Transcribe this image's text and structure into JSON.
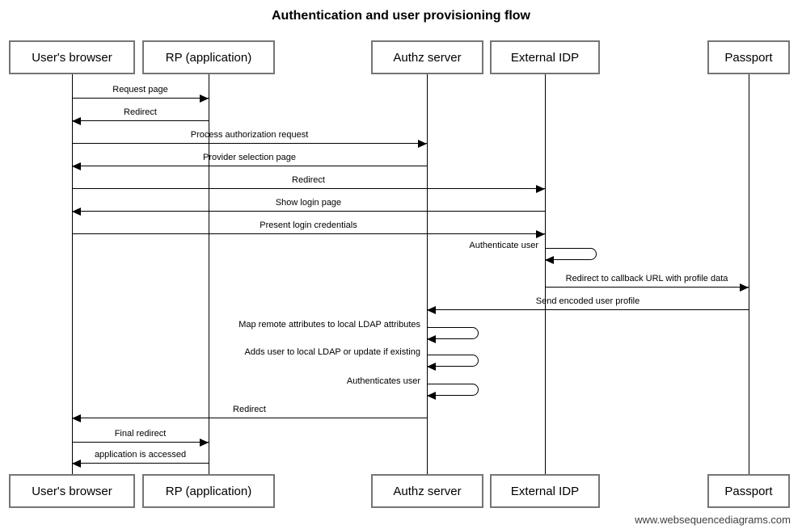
{
  "title": "Authentication and user provisioning flow",
  "watermark": "www.websequencediagrams.com",
  "colors": {
    "background": "#ffffff",
    "box_border": "#757575",
    "line": "#000000",
    "text": "#000000",
    "watermark_text": "#404040"
  },
  "actors": [
    {
      "id": "browser",
      "label": "User's browser"
    },
    {
      "id": "rp",
      "label": "RP (application)"
    },
    {
      "id": "authz",
      "label": "Authz server"
    },
    {
      "id": "idp",
      "label": "External IDP"
    },
    {
      "id": "passport",
      "label": "Passport"
    }
  ],
  "messages": [
    {
      "from": "browser",
      "to": "rp",
      "type": "arrow",
      "label": "Request page"
    },
    {
      "from": "rp",
      "to": "browser",
      "type": "arrow",
      "label": "Redirect"
    },
    {
      "from": "browser",
      "to": "authz",
      "type": "arrow",
      "label": "Process authorization request"
    },
    {
      "from": "authz",
      "to": "browser",
      "type": "arrow",
      "label": "Provider selection page"
    },
    {
      "from": "browser",
      "to": "idp",
      "type": "arrow",
      "label": "Redirect"
    },
    {
      "from": "idp",
      "to": "browser",
      "type": "arrow",
      "label": "Show login page"
    },
    {
      "from": "browser",
      "to": "idp",
      "type": "arrow",
      "label": "Present login credentials"
    },
    {
      "from": "idp",
      "to": "idp",
      "type": "self",
      "label": "Authenticate user"
    },
    {
      "from": "idp",
      "to": "passport",
      "type": "arrow",
      "label": "Redirect to callback URL with profile data"
    },
    {
      "from": "passport",
      "to": "authz",
      "type": "arrow",
      "label": "Send encoded user profile"
    },
    {
      "from": "authz",
      "to": "authz",
      "type": "self",
      "label": "Map remote attributes to local LDAP attributes"
    },
    {
      "from": "authz",
      "to": "authz",
      "type": "self",
      "label": "Adds user to local LDAP or update if existing"
    },
    {
      "from": "authz",
      "to": "authz",
      "type": "self",
      "label": "Authenticates user"
    },
    {
      "from": "authz",
      "to": "browser",
      "type": "arrow",
      "label": "Redirect"
    },
    {
      "from": "browser",
      "to": "rp",
      "type": "arrow",
      "label": "Final redirect"
    },
    {
      "from": "rp",
      "to": "browser",
      "type": "arrow",
      "label": "application is accessed"
    }
  ]
}
